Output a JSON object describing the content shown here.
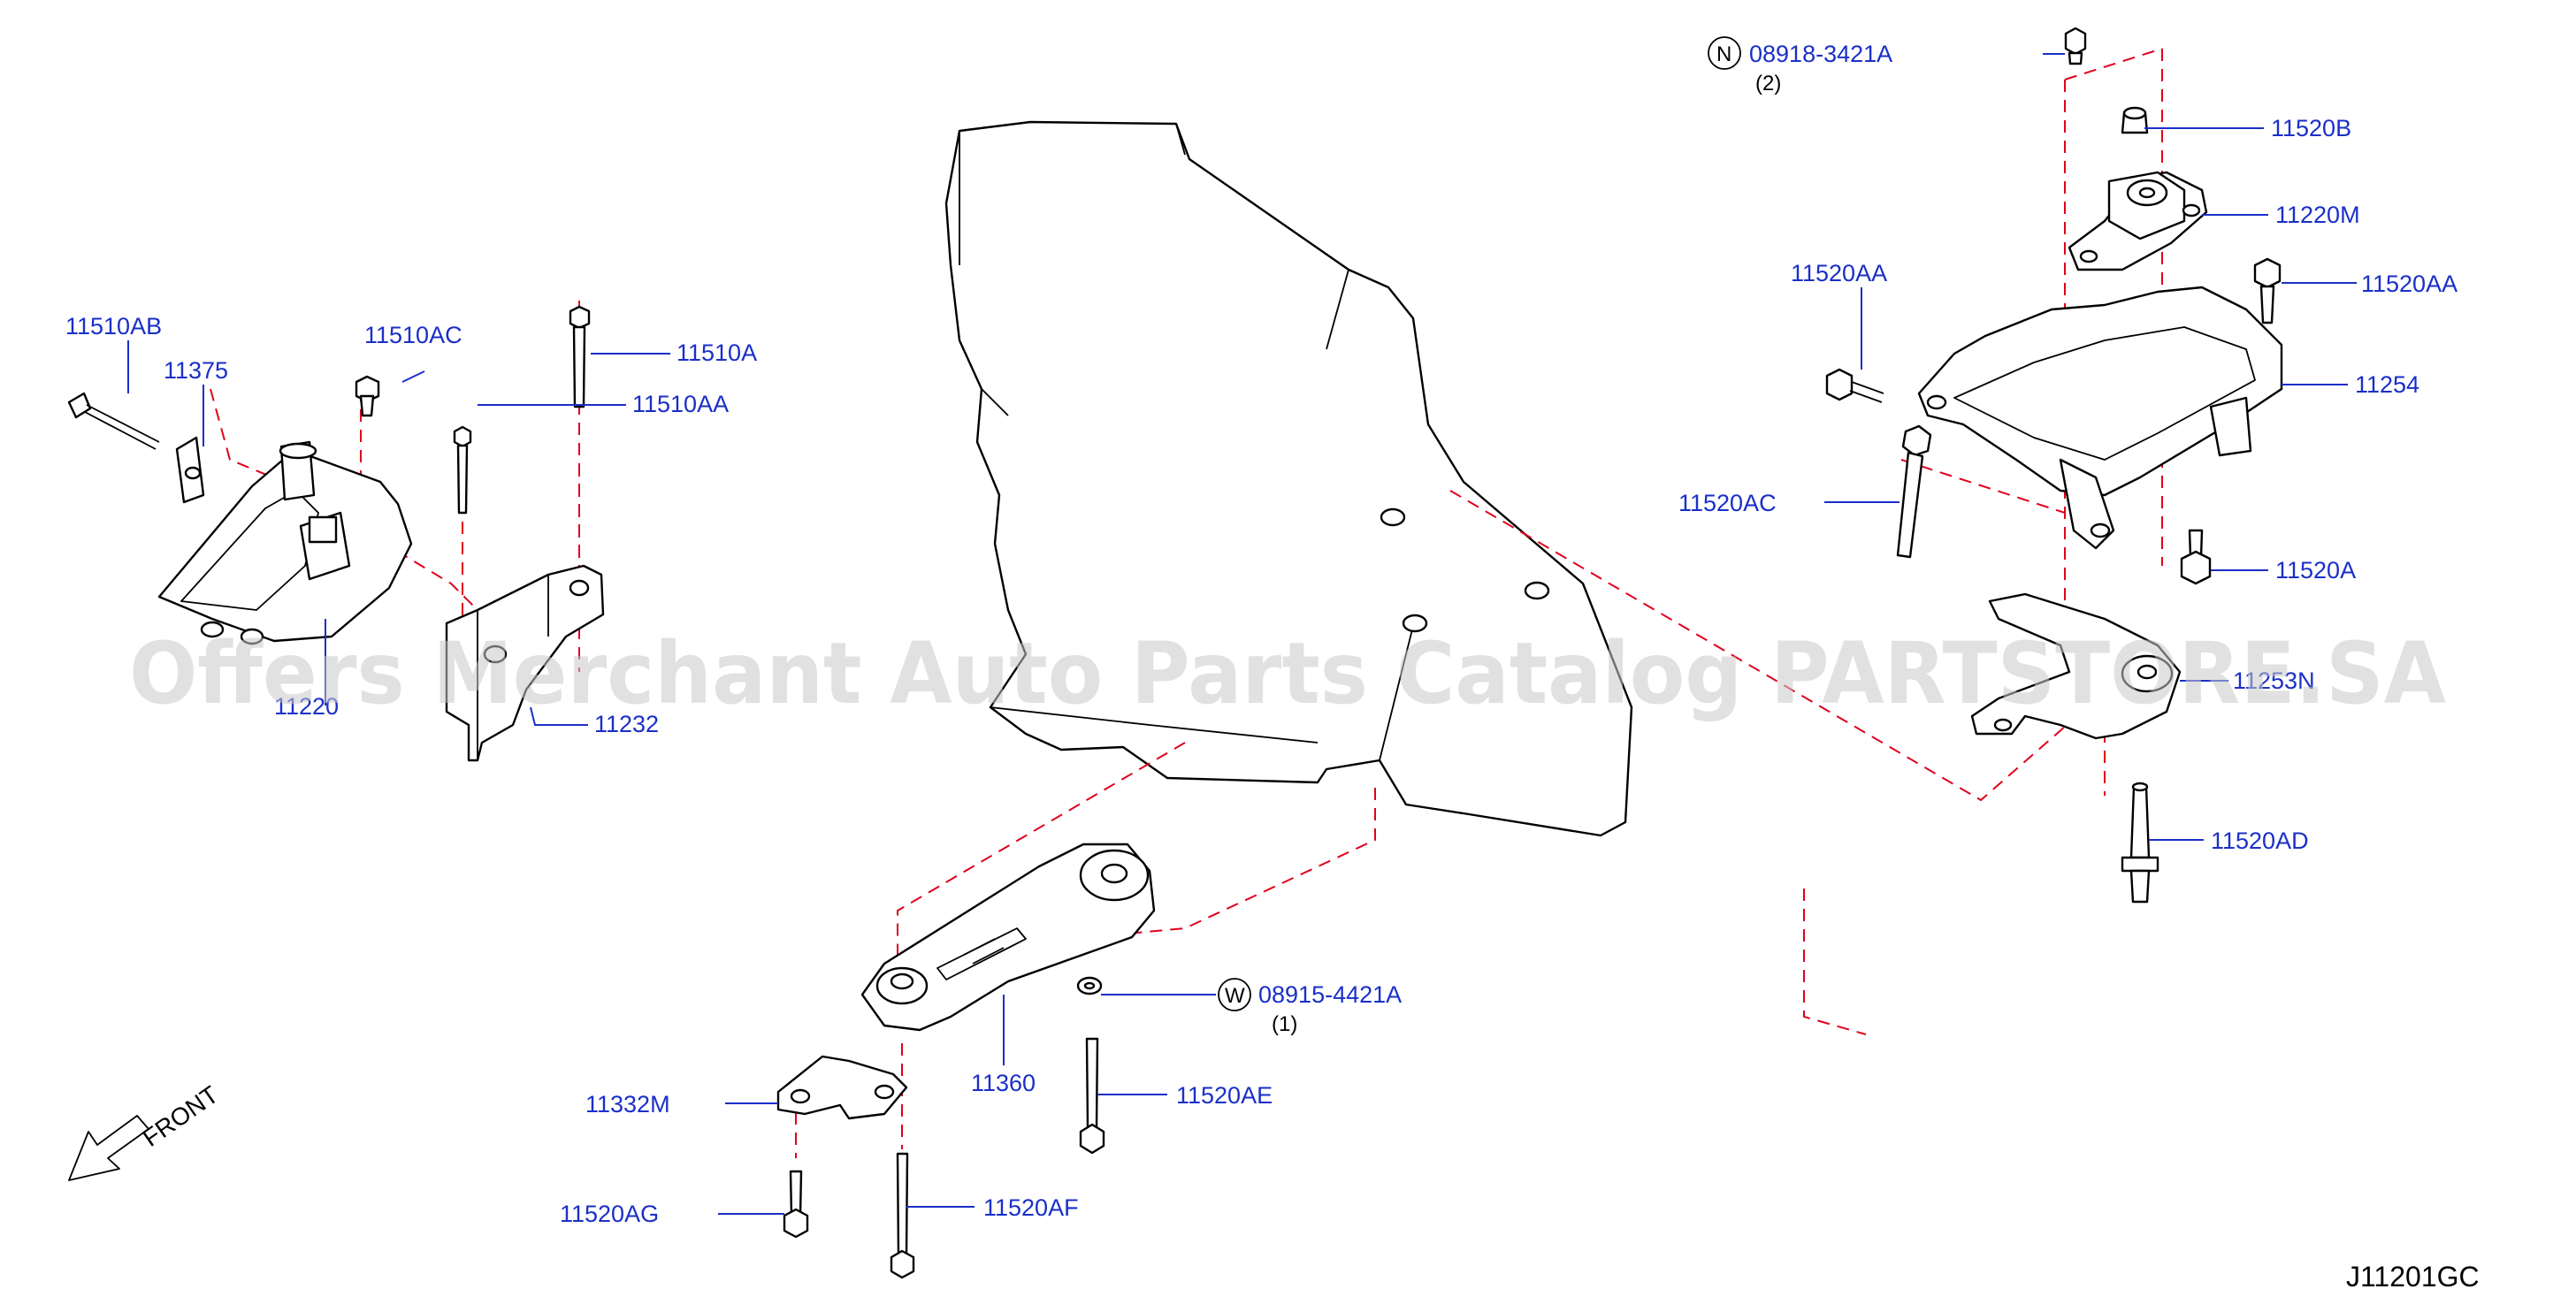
{
  "watermark": "Offers Merchant Auto Parts Catalog PARTSTORE.SA",
  "diagram_code": "J11201GC",
  "front": "FRONT",
  "parts": {
    "p11510AB": "11510AB",
    "p11375": "11375",
    "p11510AC": "11510AC",
    "p11510A": "11510A",
    "p11510AA": "11510AA",
    "p11220": "11220",
    "p11232": "11232",
    "p08918": "08918-3421A",
    "p11520B": "11520B",
    "p11220M": "11220M",
    "p11520AA_left": "11520AA",
    "p11520AA_right": "11520AA",
    "p11254": "11254",
    "p11520AC": "11520AC",
    "p11520A": "11520A",
    "p11253N": "11253N",
    "p11520AD": "11520AD",
    "p08915": "08915-4421A",
    "p11360": "11360",
    "p11332M": "11332M",
    "p11520AE": "11520AE",
    "p11520AG": "11520AG",
    "p11520AF": "11520AF"
  },
  "prefixes": {
    "n": "N",
    "w": "W"
  },
  "quantities": {
    "q08918": "(2)",
    "q08915": "(1)"
  }
}
